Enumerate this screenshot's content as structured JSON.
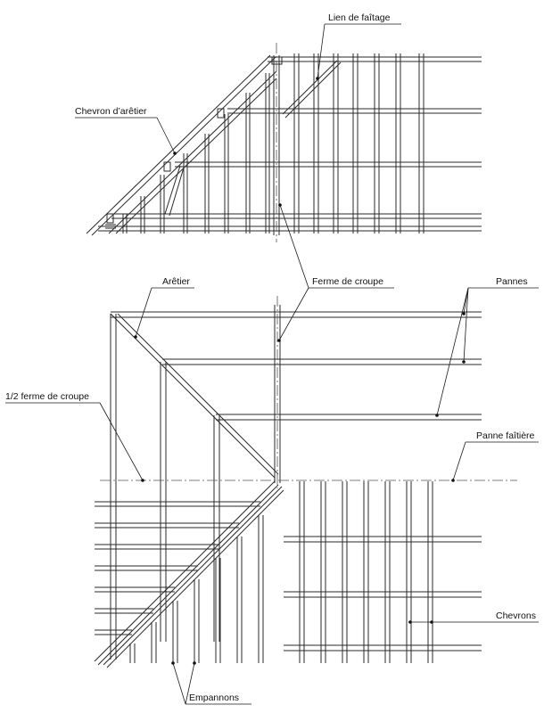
{
  "labels": {
    "lien_de_faitage": "Lien de faîtage",
    "chevron_d_aretier": "Chevron d’arêtier",
    "aretier": "Arêtier",
    "ferme_de_croupe": "Ferme de croupe",
    "pannes": "Pannes",
    "demi_ferme_de_croupe": "1/2 ferme de croupe",
    "panne_faitiere": "Panne faîtière",
    "chevrons": "Chevrons",
    "empannons": "Empannons"
  },
  "colors": {
    "line": "#2a2a2a",
    "background": "#ffffff",
    "accent_green": "#3a7a3a",
    "accent_red": "#a04040"
  }
}
